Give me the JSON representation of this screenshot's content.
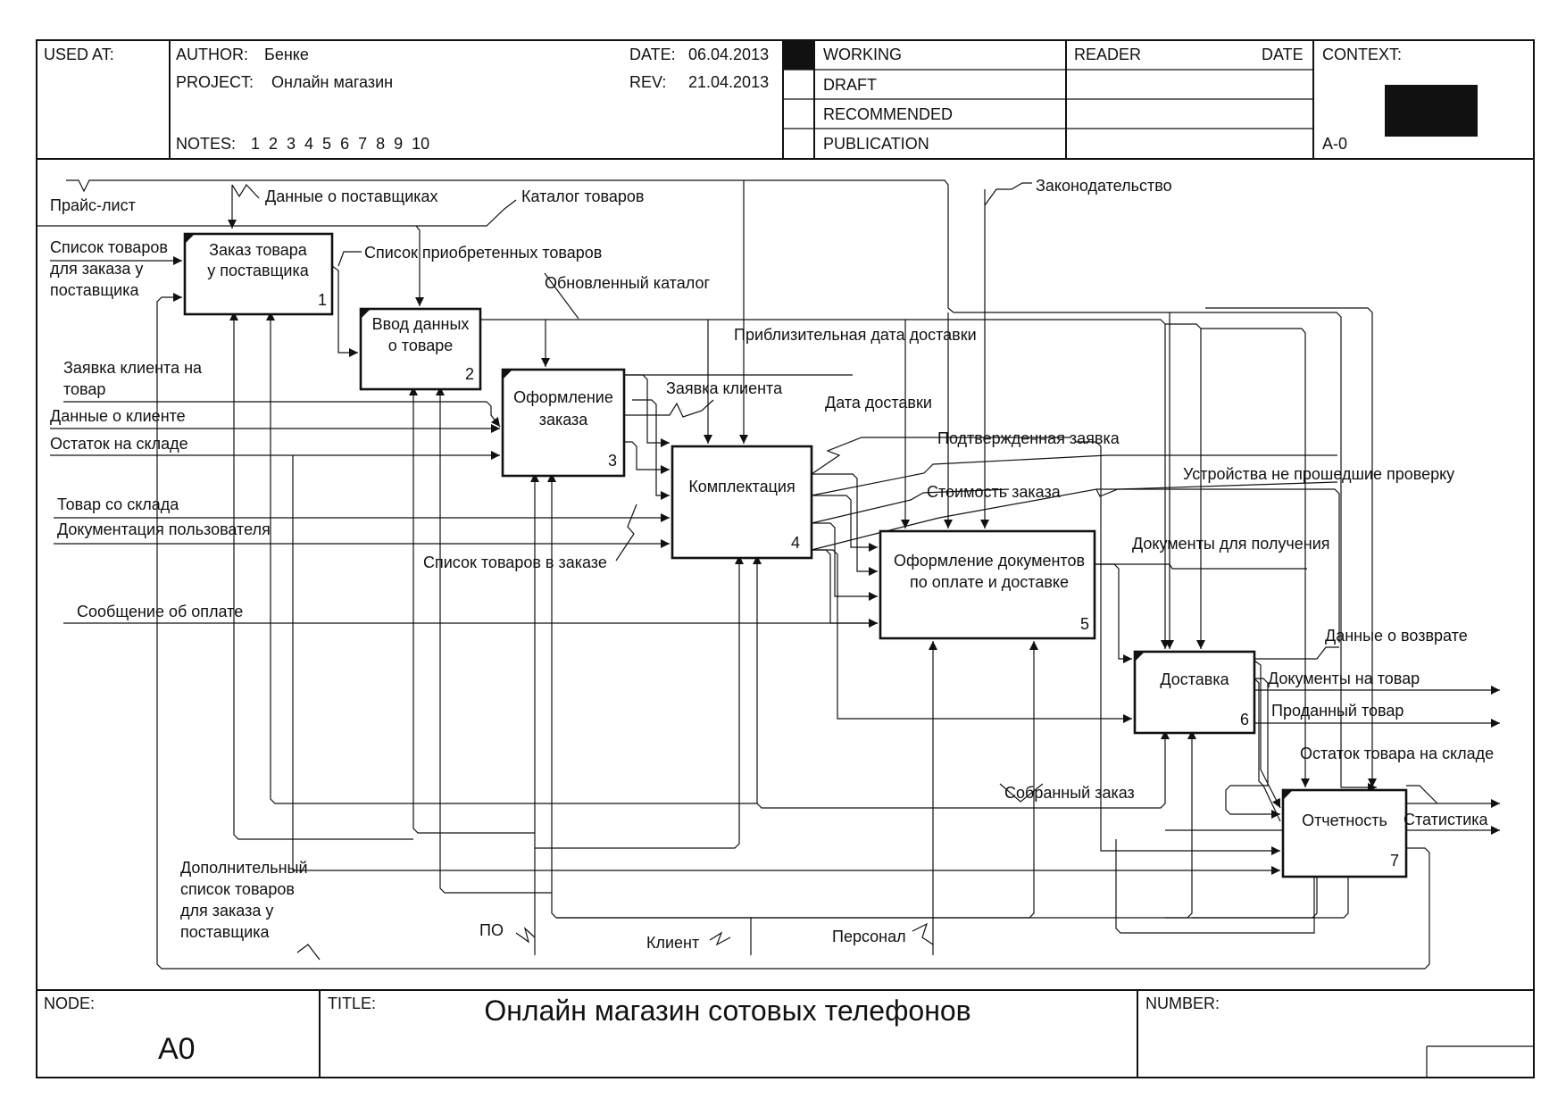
{
  "header": {
    "used_at_label": "USED AT:",
    "author_label": "AUTHOR:",
    "author": "Бенке",
    "project_label": "PROJECT:",
    "project": "Онлайн магазин",
    "notes_label": "NOTES:",
    "notes": "1  2  3  4  5  6  7  8  9  10",
    "date_label": "DATE:",
    "date": "06.04.2013",
    "rev_label": "REV:",
    "rev": "21.04.2013",
    "status": [
      "WORKING",
      "DRAFT",
      "RECOMMENDED",
      "PUBLICATION"
    ],
    "reader_label": "READER",
    "reader_date_label": "DATE",
    "context_label": "CONTEXT:",
    "context_node": "A-0"
  },
  "footer": {
    "node_label": "NODE:",
    "node": "A0",
    "title_label": "TITLE:",
    "title": "Онлайн магазин сотовых телефонов",
    "number_label": "NUMBER:"
  },
  "activities": [
    {
      "lines": [
        "Заказ товара",
        "у поставщика"
      ],
      "number": "1"
    },
    {
      "lines": [
        "Ввод данных",
        "о товаре"
      ],
      "number": "2"
    },
    {
      "lines": [
        "Оформление",
        "заказа"
      ],
      "number": "3"
    },
    {
      "lines": [
        "Комплектация"
      ],
      "number": "4"
    },
    {
      "lines": [
        "Оформление документов",
        "по оплате и доставке"
      ],
      "number": "5"
    },
    {
      "lines": [
        "Доставка"
      ],
      "number": "6"
    },
    {
      "lines": [
        "Отчетность"
      ],
      "number": "7"
    }
  ],
  "labels": {
    "price_list": "Прайс-лист",
    "supplier_data": "Данные о поставщиках",
    "catalog": "Каталог товаров",
    "legislation": "Законодательство",
    "order_list": [
      "Список товаров",
      "для заказа у",
      "поставщика"
    ],
    "purchased": "Список приобретенных товаров",
    "updated_catalog": "Обновленный каталог",
    "approx_date": "Приблизительная дата доставки",
    "client_request_in": [
      "Заявка клиента на",
      "товар"
    ],
    "client_data": "Данные о клиенте",
    "stock_left": "Остаток на складе",
    "client_request": "Заявка клиента",
    "delivery_date": "Дата доставки",
    "confirmed": "Подтвержденная заявка",
    "failed_devices": "Устройства не прошедшие проверку",
    "stock_goods": "Товар со склада",
    "user_docs": "Документация пользователя",
    "order_cost": "Стоимость заказа",
    "order_items": "Список товаров в заказе",
    "receive_docs": "Документы для получения",
    "payment_msg": "Сообщение об оплате",
    "return_data": "Данные о возврате",
    "goods_docs": "Документы на товар",
    "sold_goods": "Проданный товар",
    "stock_report": "Остаток товара на складе",
    "assembled": "Собранный заказ",
    "statistics": "Статистика",
    "extra_list": [
      "Дополнительный",
      "список товаров",
      "для заказа у",
      "поставщика"
    ],
    "software": "ПО",
    "client": "Клиент",
    "staff": "Персонал"
  }
}
